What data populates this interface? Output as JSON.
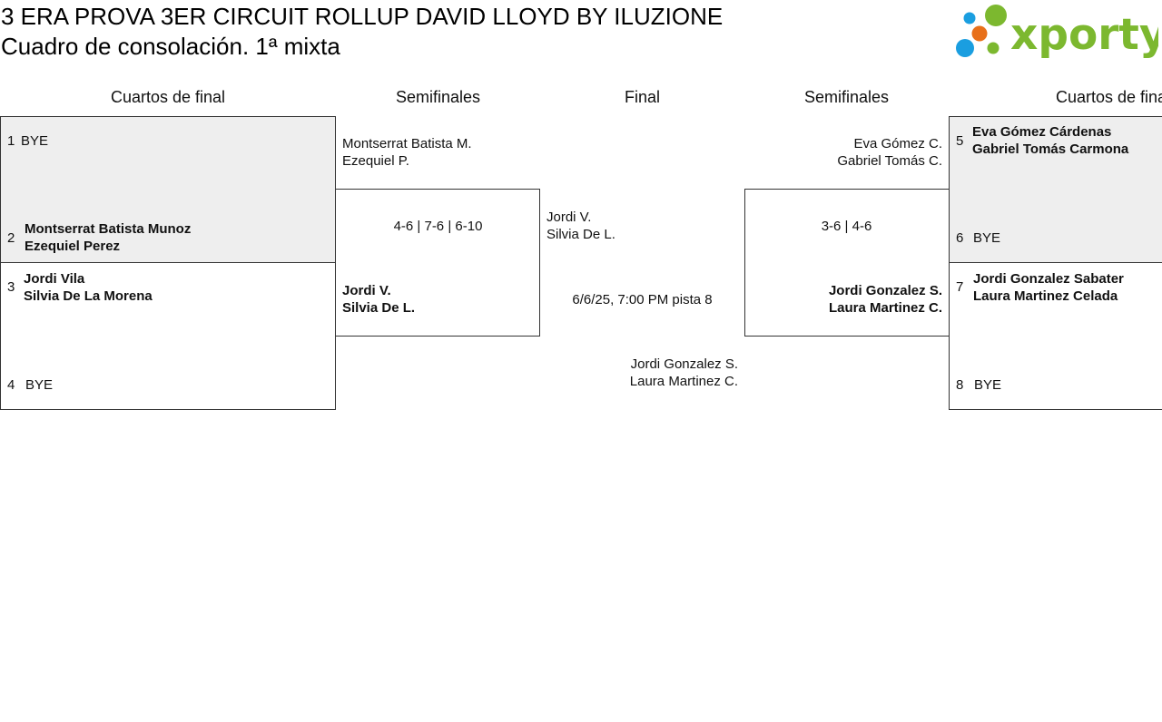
{
  "header": {
    "title": "3 ERA PROVA 3ER CIRCUIT ROLLUP DAVID LLOYD BY ILUZIONE",
    "subtitle": "Cuadro de consolación. 1ª mixta",
    "logo_text": "xporty",
    "logo_colors": {
      "green": "#7cb82f",
      "blue": "#1a9ee0",
      "orange": "#e8701a"
    }
  },
  "rounds": {
    "left_qf": "Cuartos de final",
    "left_sf": "Semifinales",
    "final": "Final",
    "right_sf": "Semifinales",
    "right_qf": "Cuartos de final"
  },
  "left": {
    "qf1": {
      "top": {
        "seed": "1",
        "line1": "BYE",
        "line2": ""
      },
      "bottom": {
        "seed": "2",
        "line1": "Montserrat Batista Munoz",
        "line2": "Ezequiel Perez"
      }
    },
    "qf2": {
      "top": {
        "seed": "3",
        "line1": "Jordi Vila",
        "line2": "Silvia De La Morena"
      },
      "bottom": {
        "seed": "4",
        "line1": "BYE",
        "line2": ""
      }
    },
    "sf": {
      "top": {
        "line1": "Montserrat Batista M.",
        "line2": "Ezequiel P."
      },
      "score": "4-6 | 7-6 | 6-10",
      "bottom": {
        "line1": "Jordi V.",
        "line2": "Silvia De L."
      }
    }
  },
  "final": {
    "top": {
      "line1": "Jordi V.",
      "line2": "Silvia De L."
    },
    "schedule": "6/6/25, 7:00 PM pista 8",
    "bottom": {
      "line1": "Jordi Gonzalez S.",
      "line2": "Laura Martinez C."
    }
  },
  "right": {
    "sf": {
      "top": {
        "line1": "Eva Gómez C.",
        "line2": "Gabriel Tomás C."
      },
      "score": "3-6 | 4-6",
      "bottom": {
        "line1": "Jordi Gonzalez S.",
        "line2": "Laura Martinez C."
      }
    },
    "qf1": {
      "top": {
        "seed": "5",
        "line1": "Eva Gómez Cárdenas",
        "line2": "Gabriel Tomás Carmona"
      },
      "bottom": {
        "seed": "6",
        "line1": "BYE",
        "line2": ""
      }
    },
    "qf2": {
      "top": {
        "seed": "7",
        "line1": "Jordi Gonzalez Sabater",
        "line2": "Laura Martinez Celada"
      },
      "bottom": {
        "seed": "8",
        "line1": "BYE",
        "line2": ""
      }
    }
  }
}
